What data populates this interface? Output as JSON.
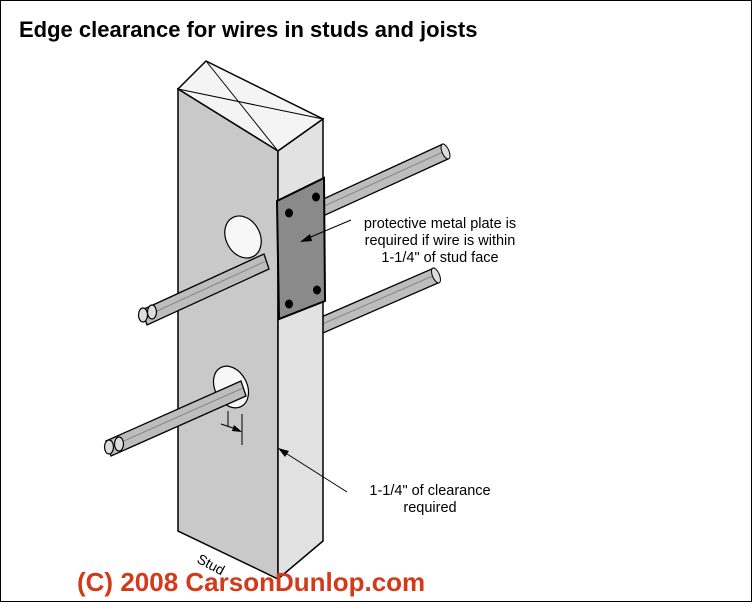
{
  "title": "Edge clearance for wires in studs and joists",
  "labels": {
    "plate_callout_line1": "protective metal plate is",
    "plate_callout_line2": "required if wire is within",
    "plate_callout_line3": "1-1/4\" of stud face",
    "clearance_callout_line1": "1-1/4\" of clearance",
    "clearance_callout_line2": "required",
    "stud": "Stud"
  },
  "copyright": "(C) 2008 CarsonDunlop.com",
  "colors": {
    "stud_front": "#c9c9c9",
    "stud_side": "#e2e2e2",
    "stud_top": "#f4f4f4",
    "wire": "#bdbdbd",
    "plate": "#8a8a8a",
    "copyright": "#d23a1a"
  }
}
